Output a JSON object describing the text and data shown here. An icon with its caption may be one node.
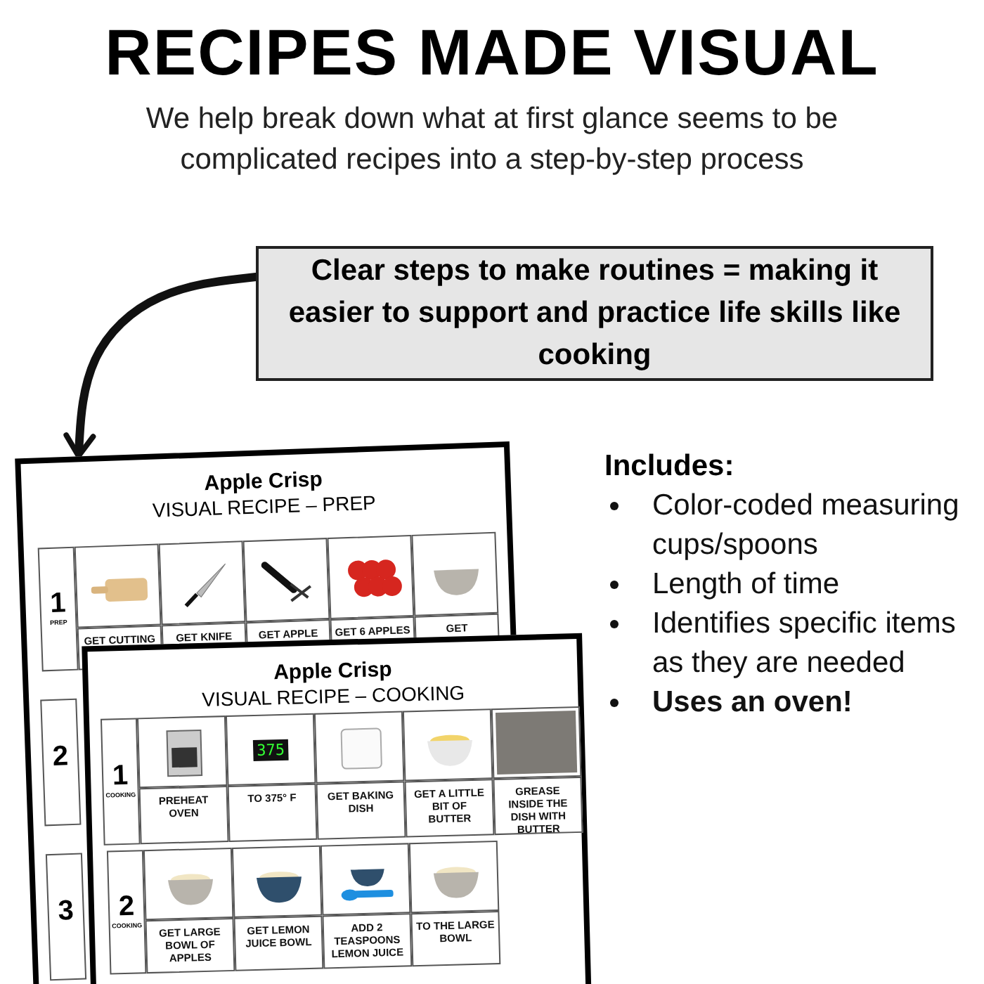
{
  "diagram": {
    "title": "RECIPES MADE VISUAL",
    "caption": "We help break down what at first glance seems to be complicated recipes into a step-by-step process",
    "nodes": [
      {
        "text": [
          "Clear steps to make routines = making  it easier to support and practice life skills like cooking"
        ]
      },
      {
        "text": [
          "Apple Crisp",
          "VISUAL RECIPE – PREP"
        ]
      },
      {
        "text": [
          "Apple Crisp",
          "VISUAL RECIPE – COOKING"
        ]
      }
    ],
    "edges": [
      {
        "from": 0,
        "to": 1,
        "arrow": "to"
      }
    ],
    "labels": [
      "1",
      "PREP",
      "GET CUTTING",
      "GET KNIFE",
      "GET APPLE",
      "GET 6 APPLES",
      "GET",
      "2",
      "3",
      "1",
      "COOKING",
      "375",
      "PREHEAT OVEN",
      "TO 375° F",
      "GET BAKING DISH",
      "GET A LITTLE BIT OF BUTTER",
      "GREASE INSIDE THE DISH WITH BUTTER",
      "2",
      "COOKING",
      "GET LARGE BOWL OF APPLES",
      "GET LEMON JUICE BOWL",
      "ADD 2 TEASPOONS LEMON JUICE",
      "TO THE LARGE BOWL",
      "Includes:",
      "Color-coded measuring cups/spoons",
      "Length of time",
      "Identifies specific items as they are needed",
      "Uses an oven!"
    ]
  }
}
